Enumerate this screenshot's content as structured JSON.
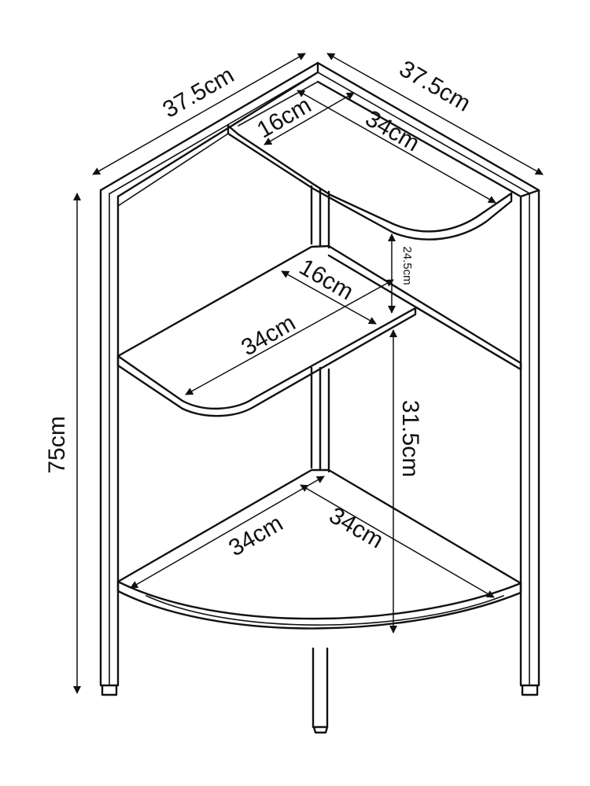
{
  "colors": {
    "line": "#111111",
    "background": "#ffffff"
  },
  "dimensions": {
    "width_left": "37.5cm",
    "width_right": "37.5cm",
    "height_total": "75cm",
    "top_shelf_depth": "16cm",
    "top_shelf_length": "34cm",
    "gap_top": "24.5cm",
    "middle_shelf_depth": "16cm",
    "middle_shelf_length": "34cm",
    "gap_lower": "31.5cm",
    "bottom_shelf_left": "34cm",
    "bottom_shelf_right": "34cm"
  }
}
